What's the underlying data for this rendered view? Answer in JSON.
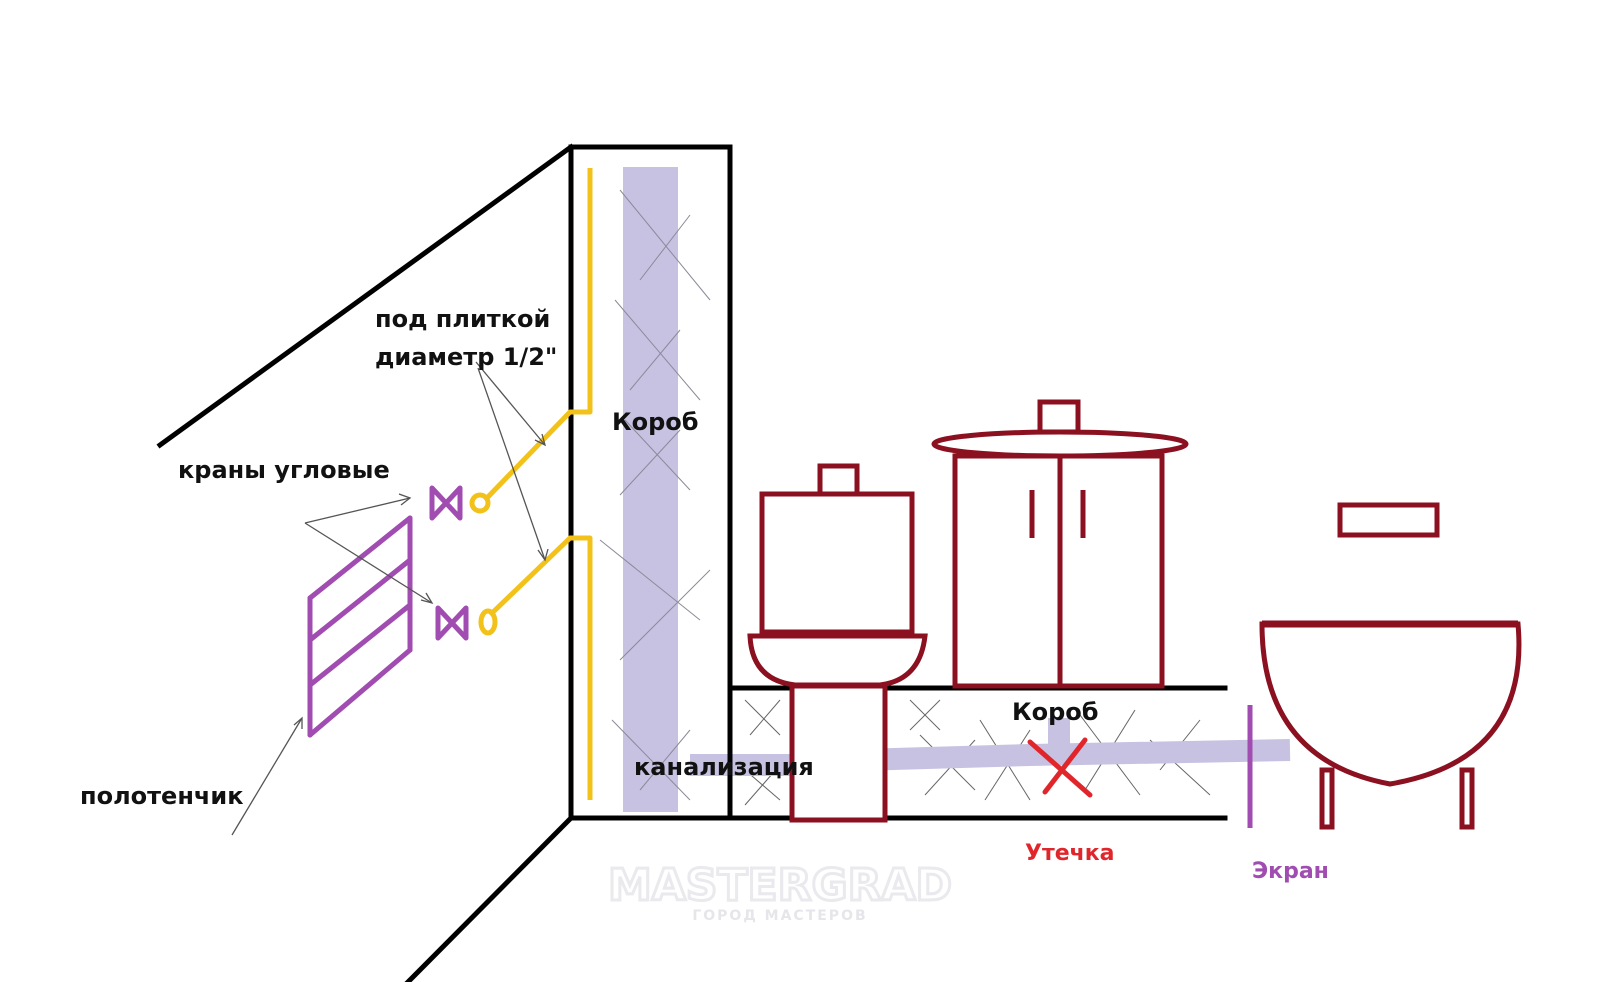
{
  "labels": {
    "under_tile_line1": "под плиткой",
    "under_tile_line2": "диаметр 1/2\"",
    "corner_valves": "краны угловые",
    "towel_rail": "полотенчик",
    "box_vertical": "Короб",
    "box_horizontal": "Короб",
    "sewer": "канализация",
    "leak": "Утечка",
    "screen": "Экран"
  },
  "watermark": {
    "title": "MASTERGRAD",
    "subtitle": "ГОРОД МАСТЕРОВ"
  },
  "colors": {
    "walls": "#000000",
    "water_pipes": "#f2c21b",
    "towel_rail_and_valves": "#a04cb0",
    "box_and_sewer_pipe": "#c7c2e2",
    "fixtures": "#8b1020",
    "leak_mark": "#e0262b",
    "screen": "#a04cb0"
  }
}
